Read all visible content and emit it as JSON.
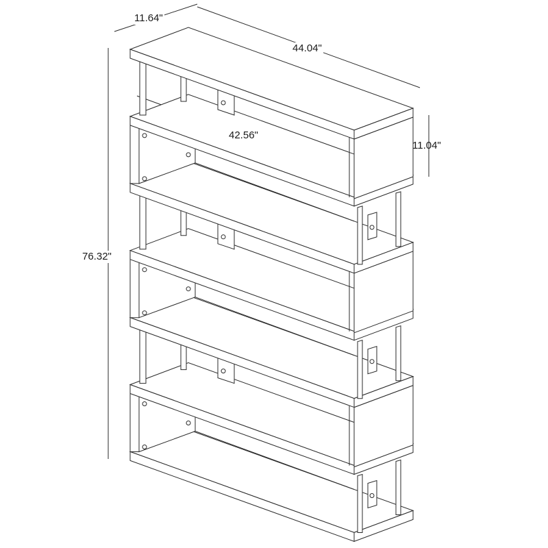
{
  "dimensions": {
    "depth": "11.64\"",
    "overall_width": "44.04\"",
    "inner_width": "42.56\"",
    "shelf_height": "11.04\"",
    "overall_height": "76.32\""
  },
  "colors": {
    "line": "#2a2a2a",
    "fill": "#ffffff"
  }
}
